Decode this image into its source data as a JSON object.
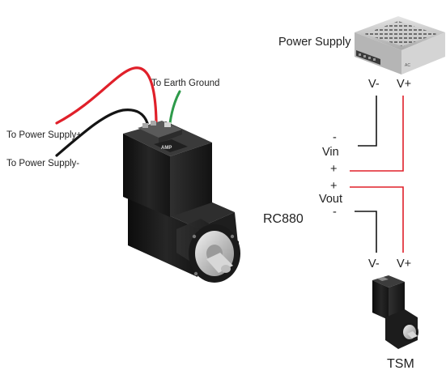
{
  "left": {
    "power_plus": "To Power Supply+",
    "power_minus": "To Power Supply-",
    "earth": "To Earth Ground"
  },
  "right": {
    "power_supply": "Power Supply",
    "vminus_top": "V-",
    "vplus_top": "V+",
    "vin_minus": "-",
    "vin": "Vin",
    "vin_plus": "+",
    "vout_plus": "+",
    "vout": "Vout",
    "vout_minus": "-",
    "regulator": "RC880",
    "vminus_bottom": "V-",
    "vplus_bottom": "V+",
    "tsm": "TSM"
  },
  "colors": {
    "wire_red": "#e0202a",
    "wire_black": "#141414",
    "wire_green": "#2e9a4a",
    "motor_body": "#1b1b1b",
    "shaft_metal": "#c9c9c9"
  }
}
